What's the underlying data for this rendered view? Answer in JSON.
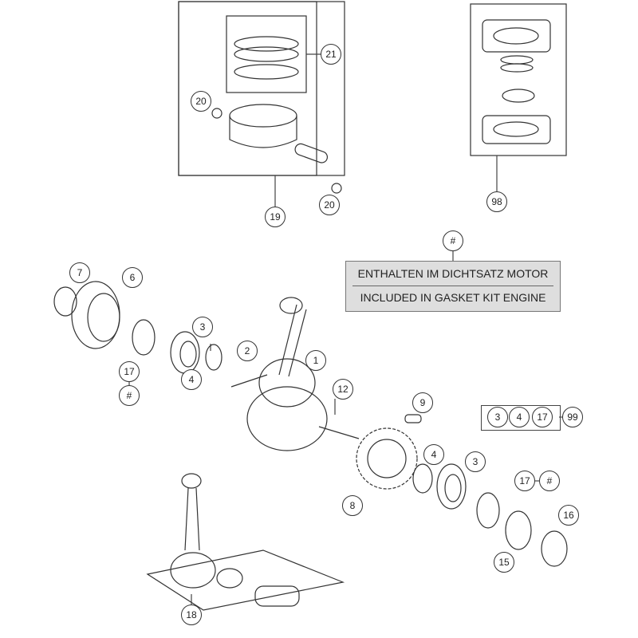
{
  "note": {
    "line_de": "ENTHALTEN IM DICHTSATZ MOTOR",
    "line_en": "INCLUDED IN GASKET KIT ENGINE"
  },
  "callouts": {
    "c21": "21",
    "c20a": "20",
    "c20b": "20",
    "c19": "19",
    "c98": "98",
    "hash_note": "#",
    "c7": "7",
    "c6": "6",
    "c3a": "3",
    "c2": "2",
    "c1": "1",
    "c17a": "17",
    "hash_a": "#",
    "c4a": "4",
    "c12": "12",
    "c9": "9",
    "g3": "3",
    "g4": "4",
    "g17": "17",
    "c99": "99",
    "c4b": "4",
    "c3b": "3",
    "c17b": "17",
    "hash_b": "#",
    "c8": "8",
    "c16": "16",
    "c15": "15",
    "c18": "18"
  }
}
